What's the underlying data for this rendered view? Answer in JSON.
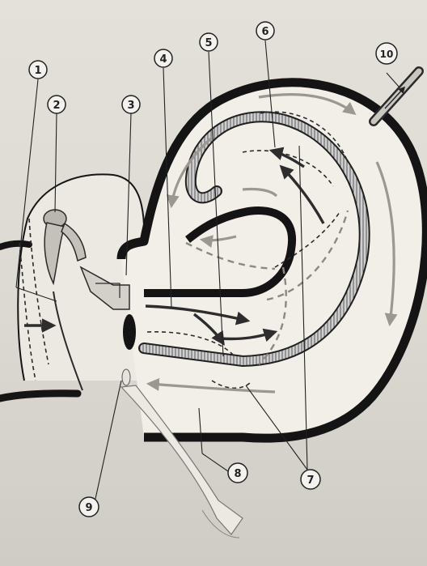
{
  "diagram": {
    "labels": [
      {
        "id": "1",
        "text": "1"
      },
      {
        "id": "2",
        "text": "2"
      },
      {
        "id": "3",
        "text": "3"
      },
      {
        "id": "4",
        "text": "4"
      },
      {
        "id": "5",
        "text": "5"
      },
      {
        "id": "6",
        "text": "6"
      },
      {
        "id": "7",
        "text": "7"
      },
      {
        "id": "8",
        "text": "8"
      },
      {
        "id": "9",
        "text": "9"
      },
      {
        "id": "10",
        "text": "10"
      }
    ]
  },
  "colors": {
    "paper": "#e4e1db",
    "wall": "#161616",
    "fluid_arrow": "#9b9892",
    "flow_arrow": "#3a3a3a",
    "membrane": "#6e6e6e",
    "bone": "#c9c6c0"
  }
}
